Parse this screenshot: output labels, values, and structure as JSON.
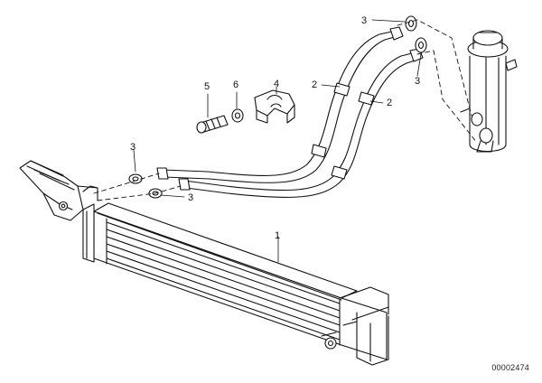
{
  "callouts": {
    "cooler": "1",
    "line_upper": "2",
    "line_lower": "2",
    "washer_top": "3",
    "washer_right": "3",
    "washer_left": "3",
    "washer_mid": "3",
    "clip": "4",
    "bolt": "5",
    "washer_bolt": "6"
  },
  "document_number": "00002474"
}
